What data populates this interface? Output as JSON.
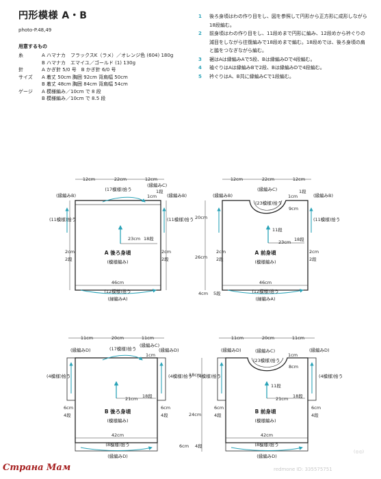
{
  "title": "円形模様 A・B",
  "photo_ref": "photo-P.48,49",
  "materials_heading": "用意するもの",
  "materials": [
    {
      "key": "糸",
      "text": "A ハマナカ　フラックスK（ラメ）／オレンジ色 (604) 180g"
    },
    {
      "key": "",
      "text": "B ハマナカ　エマイユ／ゴールド (1) 130g"
    },
    {
      "key": "針",
      "text": "A かぎ針 5/0 号　B かぎ針 6/0 号"
    },
    {
      "key": "サイズ",
      "text": "A 着丈 50cm 胸囲 92cm 背肩幅 50cm"
    },
    {
      "key": "",
      "text": "B 着丈 48cm 胸囲 84cm 背肩幅 54cm"
    },
    {
      "key": "ゲージ",
      "text": "A 模様編み／10cm で 8 段"
    },
    {
      "key": "",
      "text": "B 模様編み／10cm で 8.5 段"
    }
  ],
  "steps": [
    {
      "num": "1",
      "text": "後ろ身頃はわの作り目をし、図を参照して円形から正方形に成形しながら18段編む。"
    },
    {
      "num": "2",
      "text": "前身頃はわの作り目をし、11段めまで円形に編み、12段めから衿ぐりの減目をしながら往復編みで18段めまで編む。18段めでは、後ろ身頃の肩と脇をつなぎながら編む。"
    },
    {
      "num": "3",
      "text": "裾はAは縁編みAで5段、Bは縁編みDで4段編む。"
    },
    {
      "num": "4",
      "text": "袖ぐりはAは縁編みBで2段、Bは縁編みDで4段編む。"
    },
    {
      "num": "5",
      "text": "衿ぐりはA、B共に縁編みCで1段編む。"
    }
  ],
  "diagram_labels": {
    "a_back_name": "A  後ろ身頃",
    "a_front_name": "A  前身頃",
    "b_back_name": "B  後ろ身頃",
    "b_front_name": "B  前身頃",
    "pattern": "(模様編み)",
    "a_top_widths": [
      "12cm",
      "22cm",
      "12cm"
    ],
    "b_top_widths": [
      "11cm",
      "20cm",
      "11cm"
    ],
    "a_width": "46cm",
    "b_width": "42cm",
    "a_radius": "23cm",
    "b_radius": "21cm",
    "rows_18": "18段",
    "rows_11": "11段",
    "rows_1": "1段",
    "rows_2": "2段",
    "rows_4": "4段",
    "rows_5": "5段",
    "a_heights": [
      "20cm",
      "26cm",
      "4cm"
    ],
    "b_heights": [
      "18cm",
      "24cm",
      "6cm"
    ],
    "cm1": "1cm",
    "cm2": "2cm",
    "cm6": "6cm",
    "a_neck_depth": "9cm",
    "b_neck_depth": "8cm",
    "edge_a": "(緑編みA)",
    "edge_b": "(縁編みB)",
    "edge_c": "(縁編みC)",
    "edge_d": "(縁編みD)",
    "motif_a_bottom": "(12模様)拾う",
    "motif_a_side": "(11模様)拾う",
    "motif_a_top": "(17模様)拾う",
    "motif_a_neck": "(23模様)拾う",
    "motif_b_bottom": "(8模様)拾う",
    "motif_b_side": "(4模様)拾う",
    "motif_b_top": "(17模様)拾う",
    "motif_b_neck": "(23模様)拾う"
  },
  "footer": "Страна Мам",
  "watermark": "redmone ID: 335575751"
}
